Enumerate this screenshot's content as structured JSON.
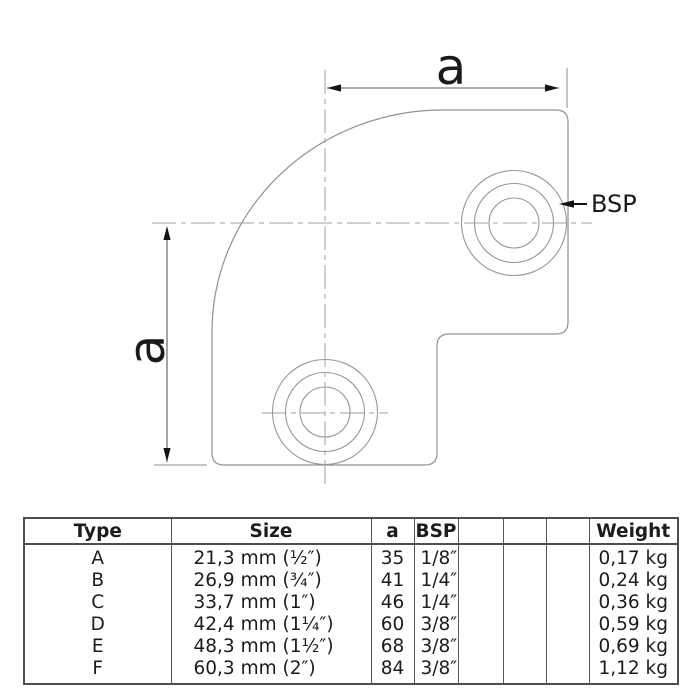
{
  "drawing": {
    "dim_a_top": "a",
    "dim_a_left": "a",
    "bsp_callout": "BSP"
  },
  "table": {
    "headers": [
      "Type",
      "Size",
      "a",
      "BSP",
      "",
      "",
      "",
      "Weight"
    ],
    "rows": [
      [
        "A",
        "21,3 mm (½″)",
        "35",
        "1/8″",
        "",
        "",
        "",
        "0,17 kg"
      ],
      [
        "B",
        "26,9 mm (¾″)",
        "41",
        "1/4″",
        "",
        "",
        "",
        "0,24 kg"
      ],
      [
        "C",
        "33,7 mm (1″)",
        "46",
        "1/4″",
        "",
        "",
        "",
        "0,36 kg"
      ],
      [
        "D",
        "42,4 mm (1¼″)",
        "60",
        "3/8″",
        "",
        "",
        "",
        "0,59 kg"
      ],
      [
        "E",
        "48,3 mm (1½″)",
        "68",
        "3/8″",
        "",
        "",
        "",
        "0,69 kg"
      ],
      [
        "F",
        "60,3 mm (2″)",
        "84",
        "3/8″",
        "",
        "",
        "",
        "1,12 kg"
      ]
    ]
  },
  "colors": {
    "background": "#ffffff",
    "outline_gray": "#919191",
    "centerline_gray": "#a2a2a2",
    "dimension_gray": "#5a5a5a",
    "ink": "#141414",
    "table_border": "#4f4f4f"
  }
}
